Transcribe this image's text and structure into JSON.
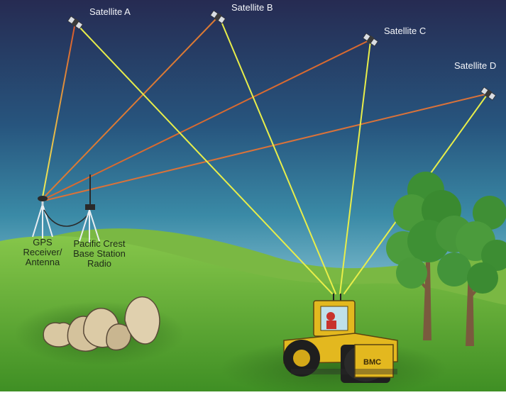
{
  "satellites": [
    {
      "label": "Satellite A"
    },
    {
      "label": "Satellite B"
    },
    {
      "label": "Satellite C"
    },
    {
      "label": "Satellite D"
    }
  ],
  "gps_receiver": {
    "line1": "GPS",
    "line2": "Receiver/",
    "line3": "Antenna"
  },
  "base_station": {
    "line1": "Pacific Crest",
    "line2": "Base Station",
    "line3": "Radio"
  },
  "roller": {
    "brand": "BMC"
  },
  "colors": {
    "sky_top": "#262b52",
    "sky_mid": "#2a6a8c",
    "sky_bottom": "#8fc8d8",
    "grass": "#6fb83a",
    "signal_yellow": "#e8ee4a",
    "signal_orange": "#d9642a",
    "roller_body": "#e3b81f"
  }
}
